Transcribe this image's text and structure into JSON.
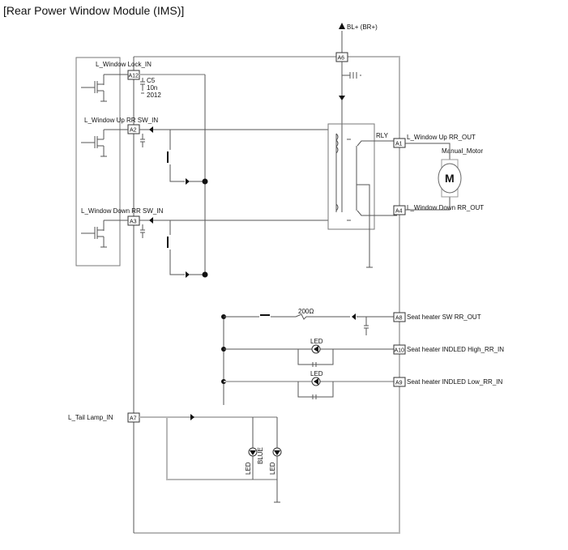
{
  "title": "[Rear Power Window Module (IMS)]",
  "power": {
    "label": "BL+ (BR+)",
    "pin": "A6"
  },
  "inputs": [
    {
      "pin": "A12",
      "label": "L_Window Lock_IN"
    },
    {
      "pin": "A2",
      "label": "L_Window Up RR SW_IN"
    },
    {
      "pin": "A3",
      "label": "L_Window Down RR SW_IN"
    },
    {
      "pin": "A7",
      "label": "L_Tail Lamp_IN"
    }
  ],
  "capacitor": {
    "ref": "C5",
    "value": "10n",
    "package": "2012"
  },
  "relay": {
    "label": "RLY"
  },
  "outputs": [
    {
      "pin": "A1",
      "label": "L_Window Up RR_OUT"
    },
    {
      "pin": "A4",
      "label": "L_Window Down RR_OUT"
    },
    {
      "pin": "A8",
      "label": "Seat heater SW RR_OUT"
    },
    {
      "pin": "A10",
      "label": "Seat heater INDLED High_RR_IN"
    },
    {
      "pin": "A9",
      "label": "Seat heater INDLED Low_RR_IN"
    }
  ],
  "motor": {
    "label": "Manual_Motor",
    "symbol": "M"
  },
  "resistor": {
    "value": "200Ω"
  },
  "leds": {
    "high": "LED",
    "low": "LED",
    "tail1": "LED",
    "tail1_color": "BLUE",
    "tail2": "LED"
  }
}
